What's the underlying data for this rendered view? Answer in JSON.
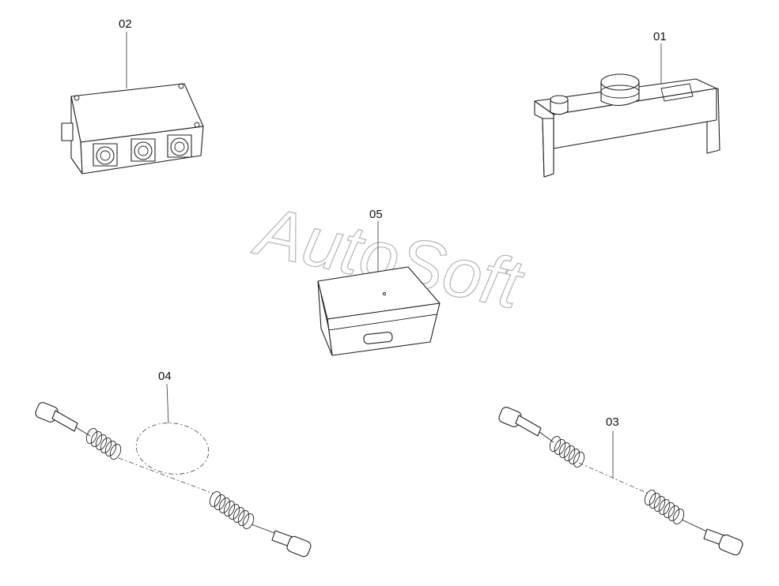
{
  "watermark": "AutoSoft",
  "callouts": {
    "p01": "01",
    "p02": "02",
    "p03": "03",
    "p04": "04",
    "p05": "05"
  }
}
